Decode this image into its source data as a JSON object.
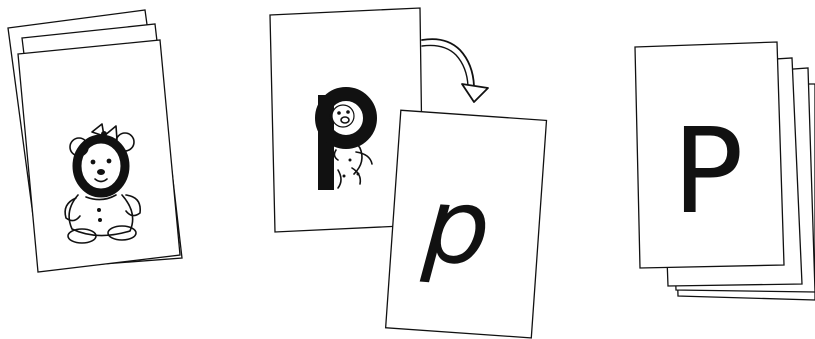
{
  "figure": {
    "background_color": "#ffffff",
    "ink_color": "#111111",
    "stacks": [
      {
        "id": "left",
        "card_count": 3,
        "illustration": "teddy-bear",
        "letter": "o"
      },
      {
        "id": "middle",
        "card_count": 2,
        "illustration": "cartoon-pig",
        "letter": "p",
        "back_card_letter": "p",
        "arrow": "curved-arrow-down-right"
      },
      {
        "id": "right",
        "card_count": 4,
        "letter": "P"
      }
    ]
  }
}
